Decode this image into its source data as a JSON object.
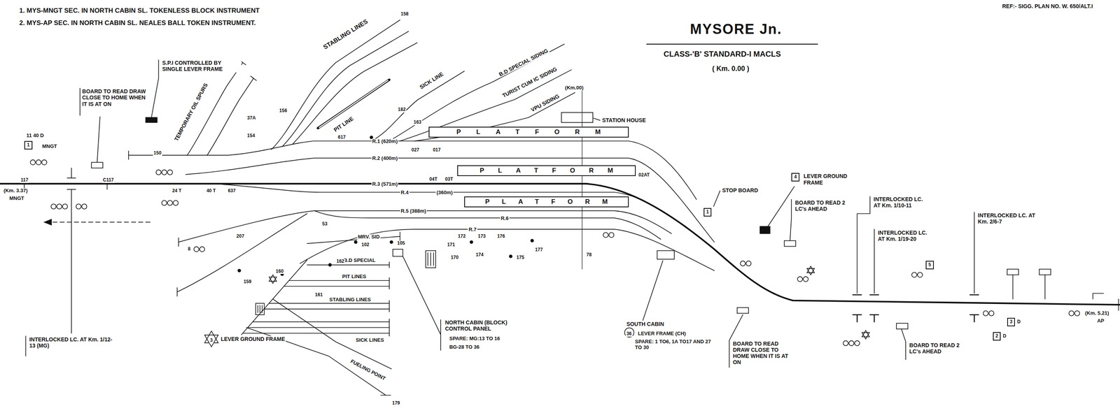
{
  "diagram": {
    "title": "MYSORE Jn.",
    "nodes": [
      {
        "text": [
          "PLATFORM"
        ]
      },
      {
        "text": [
          "PLATFORM"
        ]
      },
      {
        "text": [
          "PLATFORM"
        ]
      },
      {
        "text": [
          "1"
        ]
      },
      {
        "text": [
          "1"
        ]
      },
      {
        "text": [
          "4"
        ]
      },
      {
        "text": [
          "5"
        ]
      },
      {
        "text": [
          "3"
        ]
      },
      {
        "text": [
          "2"
        ]
      }
    ],
    "labels": [
      "REF:- SIGG. PLAN NO. W. 650/ALT.I",
      "1. MYS-MNGT SEC. IN NORTH CABIN SL. TOKENLESS BLOCK INSTRUMENT",
      "2. MYS-AP SEC. IN NORTH CABIN SL. NEALES BALL TOKEN INSTRUMENT.",
      "CLASS-'B' STANDARD-I MACLS",
      "( Km. 0.00 )",
      "S.P.I CONTROLLED BY SINGLE LEVER FRAME",
      "BOARD TO READ DRAW CLOSE TO HOME WHEN IT IS AT ON",
      "11 40 D",
      "MNGT",
      "(Km. 3.37)",
      "MNGT",
      "INTERLOCKED LC. AT Km. 1/12-13 (MG)",
      "3",
      "LEVER GROUND FRAME",
      "TEMPORARY OIL SPURS",
      "STABLING LINES",
      "PIT LINE",
      "SICK LINE",
      "B.D SPECIAL SIDING",
      "TURIST CUM IC SIDING",
      "VPU SIDING",
      "(Km.00)",
      "STATION HOUSE",
      "R.1 (620m)",
      "R.2 (400m)",
      "R.3 (571m)",
      "R.4",
      "(360m)",
      "R.5 (388m)",
      "R.6",
      "R.7",
      "MRV. SID",
      "B.D SPECIAL",
      "PIT LINES",
      "STABLING LINES",
      "SICK LINES",
      "FUELING POINT",
      "NORTH CABIN (BLOCK) CONTROL PANEL",
      "SPARE: MG:13 TO 16",
      "BG-28 TO 36",
      "STOP BOARD",
      "LEVER GROUND FRAME",
      "BOARD TO READ 2 LC's AHEAD",
      "INTERLOCKED LC. AT Km. 1/10-11",
      "INTERLOCKED LC. AT Km. 1/19-20",
      "INTERLOCKED LC. AT Km. 2/6-7",
      "SOUTH CABIN",
      "36",
      "LEVER FRAME (CH)",
      "SPARE: 1 TO6, 1A TO17 AND 27 TO 30",
      "BOARD TO READ DRAW CLOSE TO HOME WHEN IT IS AT ON",
      "BOARD TO READ 2 LC's AHEAD",
      "(Km. 5.21)",
      "AP",
      "D",
      "D",
      "117",
      "C117",
      "24 T",
      "40 T",
      "637",
      "150",
      "37A",
      "154",
      "156",
      "158",
      "182",
      "163",
      "617",
      "027",
      "017",
      "04T",
      "03T",
      "02AT",
      "53",
      "207",
      "8",
      "102",
      "105",
      "171",
      "172",
      "173",
      "176",
      "170",
      "174",
      "175",
      "177",
      "159",
      "160",
      "161",
      "162",
      "179",
      "78"
    ]
  }
}
